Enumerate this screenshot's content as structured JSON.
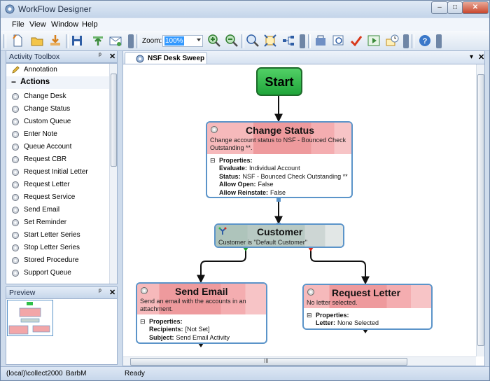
{
  "window": {
    "title": "WorkFlow Designer",
    "controls": {
      "minimize": "–",
      "maximize": "□",
      "close": "✕"
    }
  },
  "menu": [
    "File",
    "View",
    "Window",
    "Help"
  ],
  "toolbar": {
    "zoom_label": "Zoom:",
    "zoom_value": "100%",
    "icons": [
      "new-document-icon",
      "open-folder-icon",
      "import-icon",
      "save-icon",
      "export-icon",
      "send-icon",
      "zoom-in-icon",
      "zoom-out-icon",
      "zoom-actual-icon",
      "zoom-fit-icon",
      "layout-icon",
      "properties-icon",
      "find-icon",
      "validate-icon",
      "run-icon",
      "schedule-icon",
      "help-icon"
    ]
  },
  "toolbox": {
    "title": "Activity Toolbox",
    "pin": "ᵖ",
    "close": "✕",
    "annotation": "Annotation",
    "section": "Actions",
    "items": [
      "Change Desk",
      "Change Status",
      "Custom Queue",
      "Enter Note",
      "Queue Account",
      "Request CBR",
      "Request Initial Letter",
      "Request Letter",
      "Request Service",
      "Send Email",
      "Set Reminder",
      "Start Letter Series",
      "Stop Letter Series",
      "Stored Procedure",
      "Support Queue"
    ]
  },
  "preview": {
    "title": "Preview",
    "pin": "ᵖ",
    "close": "✕"
  },
  "tab": {
    "label": "NSF Desk Sweep",
    "menu_arrow": "▾",
    "close": "✕"
  },
  "canvas": {
    "start": "Start",
    "change_status": {
      "title": "Change Status",
      "desc": "Change account status to NSF - Bounced Check Outstanding **.",
      "props_label": "Properties:",
      "props": [
        {
          "k": "Evaluate:",
          "v": "Individual Account"
        },
        {
          "k": "Status:",
          "v": "NSF - Bounced Check Outstanding **"
        },
        {
          "k": "Allow Open:",
          "v": "False"
        },
        {
          "k": "Allow Reinstate:",
          "v": "False"
        }
      ]
    },
    "customer": {
      "title": "Customer",
      "desc": "Customer is \"Default Customer\""
    },
    "send_email": {
      "title": "Send Email",
      "desc": "Send an email with the accounts in an attachment.",
      "props_label": "Properties:",
      "props": [
        {
          "k": "Recipients:",
          "v": "[Not Set]"
        },
        {
          "k": "Subject:",
          "v": "Send Email Activity"
        }
      ]
    },
    "request_letter": {
      "title": "Request Letter",
      "desc": "No letter selected.",
      "props_label": "Properties:",
      "props": [
        {
          "k": "Letter:",
          "v": "None Selected"
        }
      ]
    },
    "collapse_glyph": "⊟",
    "scroll_grip": "III"
  },
  "status": {
    "server": "(local)\\collect2000",
    "user": "BarbM",
    "state": "Ready"
  },
  "colors": {
    "node_border": "#5b94c9",
    "node_header": "#f2a6a8",
    "start_fill": "#2fbf47",
    "accent": "#3399ff"
  }
}
